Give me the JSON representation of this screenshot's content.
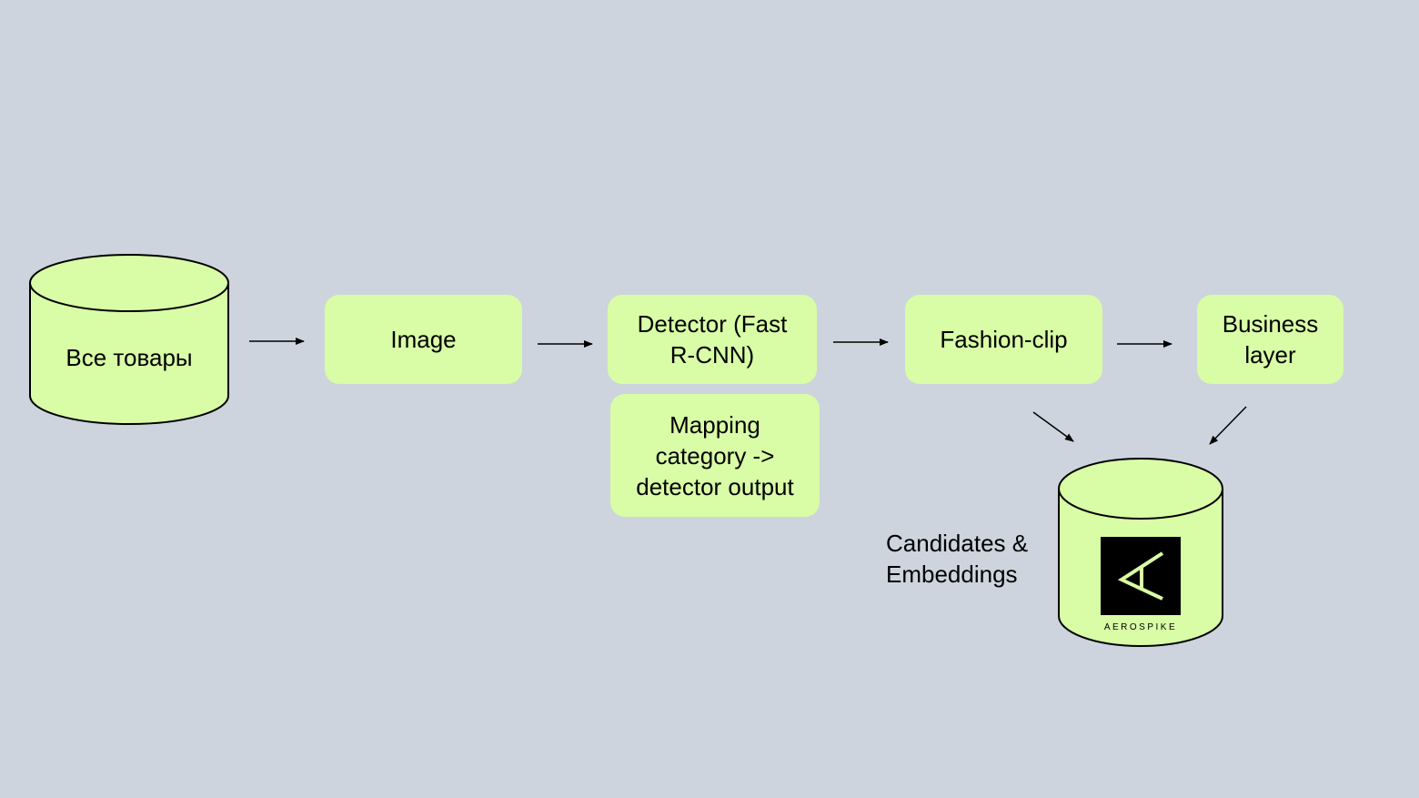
{
  "nodes": {
    "all_products": "Все товары",
    "image": "Image",
    "detector": "Detector (Fast R-CNN)",
    "mapping": "Mapping category -> detector output",
    "fashion_clip": "Fashion-clip",
    "business_layer": "Business layer"
  },
  "storage": {
    "label": "Candidates & Embeddings",
    "logo_text": "AEROSPIKE",
    "logo_icon": "aerospike-logo-icon"
  },
  "colors": {
    "background": "#cdd4dd",
    "node_fill": "#d9fca6",
    "logo_fill": "#000000",
    "logo_accent": "#d9fca6"
  }
}
